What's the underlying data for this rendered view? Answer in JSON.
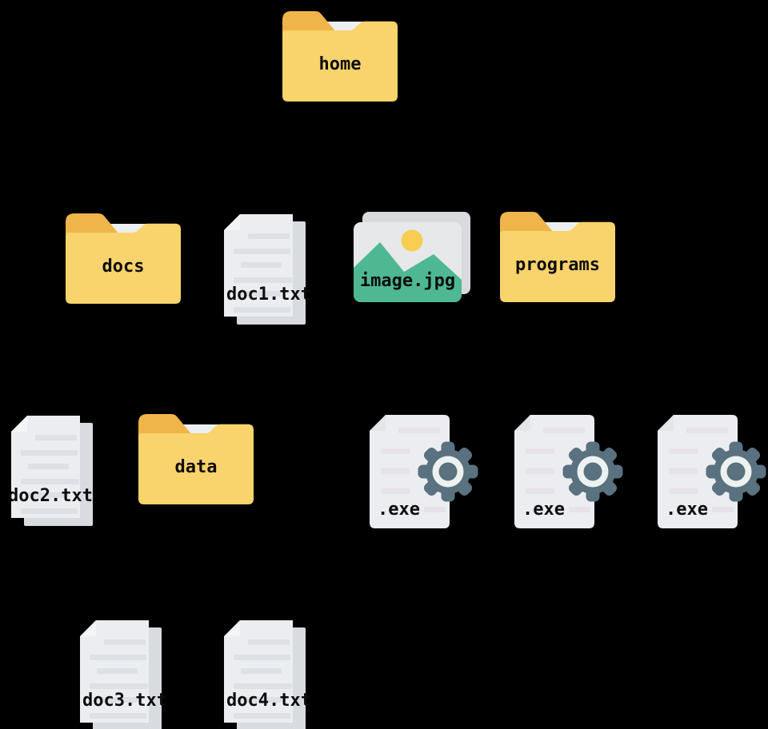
{
  "diagram": {
    "type": "file-system-tree"
  },
  "colors": {
    "background": "#000000",
    "label": "#0d0d0d",
    "folder_front": "#F9D36B",
    "folder_tab": "#EFB54A",
    "folder_paper": "#ECEFF1",
    "page": "#EBEDF0",
    "page_back": "#D8DCE0",
    "page_fold": "#F3F5F7",
    "page_line": "#DDE0E4",
    "exe_fold": "#E3E6E9",
    "exe_line": "#E7E2E7",
    "gear": "#5A7180",
    "gear_ring": "#EEF1F2",
    "photo_front": "#E6E8EA",
    "photo_back": "#D8DADD",
    "sun": "#F8CD52",
    "mountain": "#4EB893"
  },
  "nodes": {
    "home": {
      "label": "home",
      "kind": "folder",
      "icon": "folder-icon"
    },
    "docs": {
      "label": "docs",
      "kind": "folder",
      "icon": "folder-icon"
    },
    "doc1": {
      "label": "doc1.txt",
      "kind": "text-file",
      "icon": "text-file-icon"
    },
    "image": {
      "label": "image.jpg",
      "kind": "image-file",
      "icon": "image-file-icon"
    },
    "programs": {
      "label": "programs",
      "kind": "folder",
      "icon": "folder-icon"
    },
    "doc2": {
      "label": "doc2.txt",
      "kind": "text-file",
      "icon": "text-file-icon"
    },
    "data": {
      "label": "data",
      "kind": "folder",
      "icon": "folder-icon"
    },
    "exe1": {
      "label": ".exe",
      "kind": "executable-file",
      "icon": "executable-file-icon"
    },
    "exe2": {
      "label": ".exe",
      "kind": "executable-file",
      "icon": "executable-file-icon"
    },
    "exe3": {
      "label": ".exe",
      "kind": "executable-file",
      "icon": "executable-file-icon"
    },
    "doc3": {
      "label": "doc3.txt",
      "kind": "text-file",
      "icon": "text-file-icon"
    },
    "doc4": {
      "label": "doc4.txt",
      "kind": "text-file",
      "icon": "text-file-icon"
    }
  },
  "tree": {
    "home": [
      "docs",
      "doc1.txt",
      "image.jpg",
      "programs"
    ],
    "docs": [
      "doc2.txt",
      "data"
    ],
    "programs": [
      ".exe",
      ".exe",
      ".exe"
    ],
    "data": [
      "doc3.txt",
      "doc4.txt"
    ]
  }
}
